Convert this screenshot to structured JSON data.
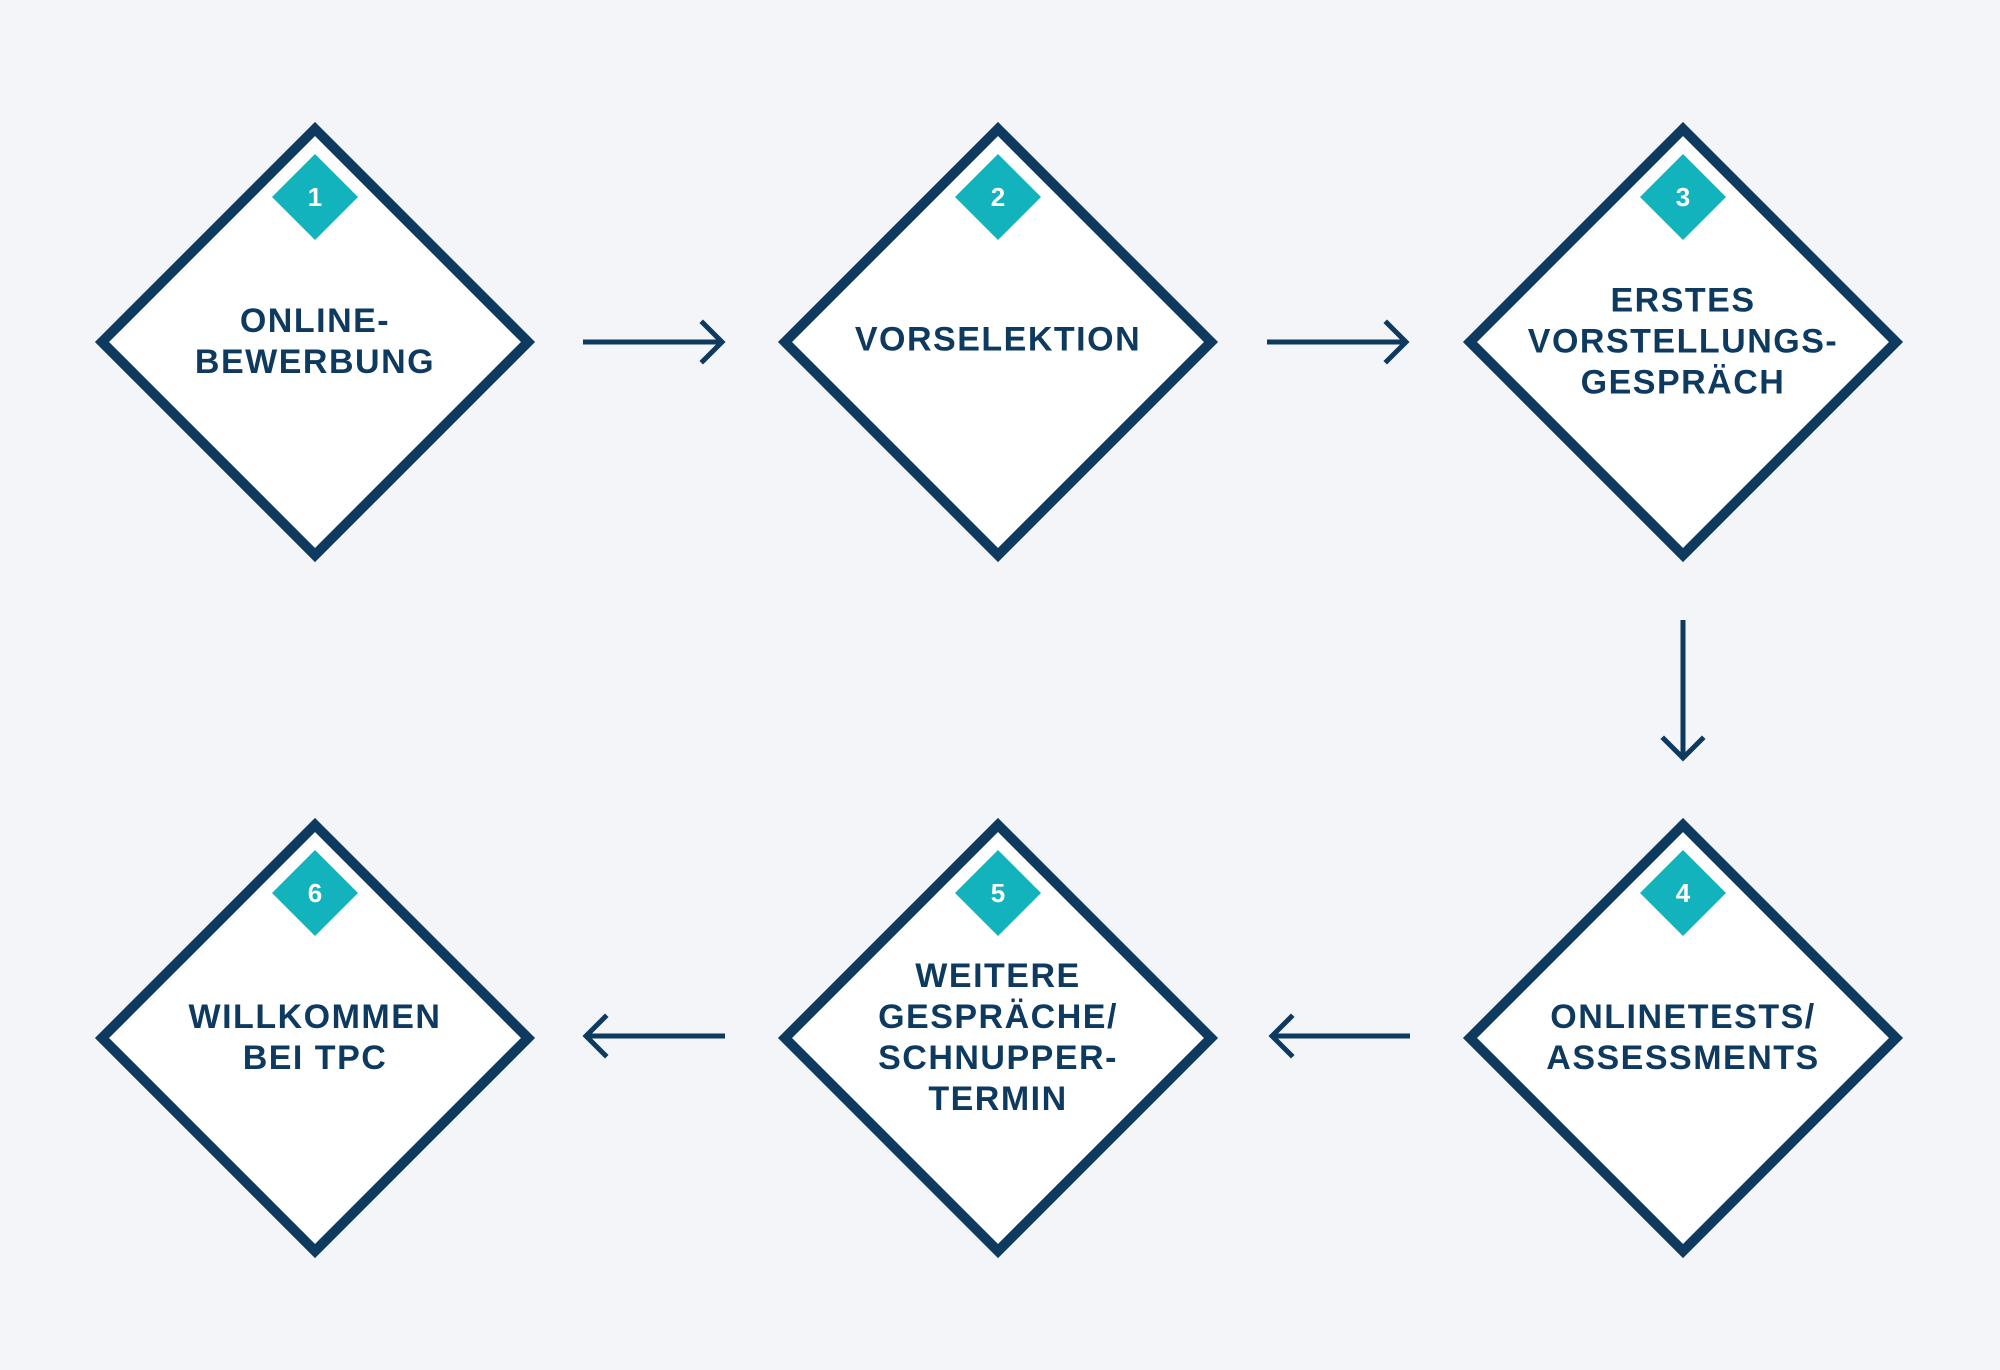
{
  "colors": {
    "background": "#f3f5f8",
    "diamond_border": "#0e3a5f",
    "diamond_fill": "#ffffff",
    "badge": "#13b3bd",
    "text": "#0e3a5f",
    "arrow": "#0e3a5f"
  },
  "steps": [
    {
      "number": "1",
      "lines": [
        "ONLINE-",
        "BEWERBUNG"
      ]
    },
    {
      "number": "2",
      "lines": [
        "VORSELEKTION"
      ]
    },
    {
      "number": "3",
      "lines": [
        "ERSTES",
        "VORSTELLUNGS-",
        "GESPRÄCH"
      ]
    },
    {
      "number": "4",
      "lines": [
        "ONLINETESTS/",
        "ASSESSMENTS"
      ]
    },
    {
      "number": "5",
      "lines": [
        "WEITERE",
        "GESPRÄCHE/",
        "SCHNUPPER-",
        "TERMIN"
      ]
    },
    {
      "number": "6",
      "lines": [
        "WILLKOMMEN",
        "BEI TPC"
      ]
    }
  ],
  "arrows": [
    {
      "from": "1",
      "to": "2",
      "direction": "right"
    },
    {
      "from": "2",
      "to": "3",
      "direction": "right"
    },
    {
      "from": "3",
      "to": "4",
      "direction": "down"
    },
    {
      "from": "4",
      "to": "5",
      "direction": "left"
    },
    {
      "from": "5",
      "to": "6",
      "direction": "left"
    }
  ]
}
